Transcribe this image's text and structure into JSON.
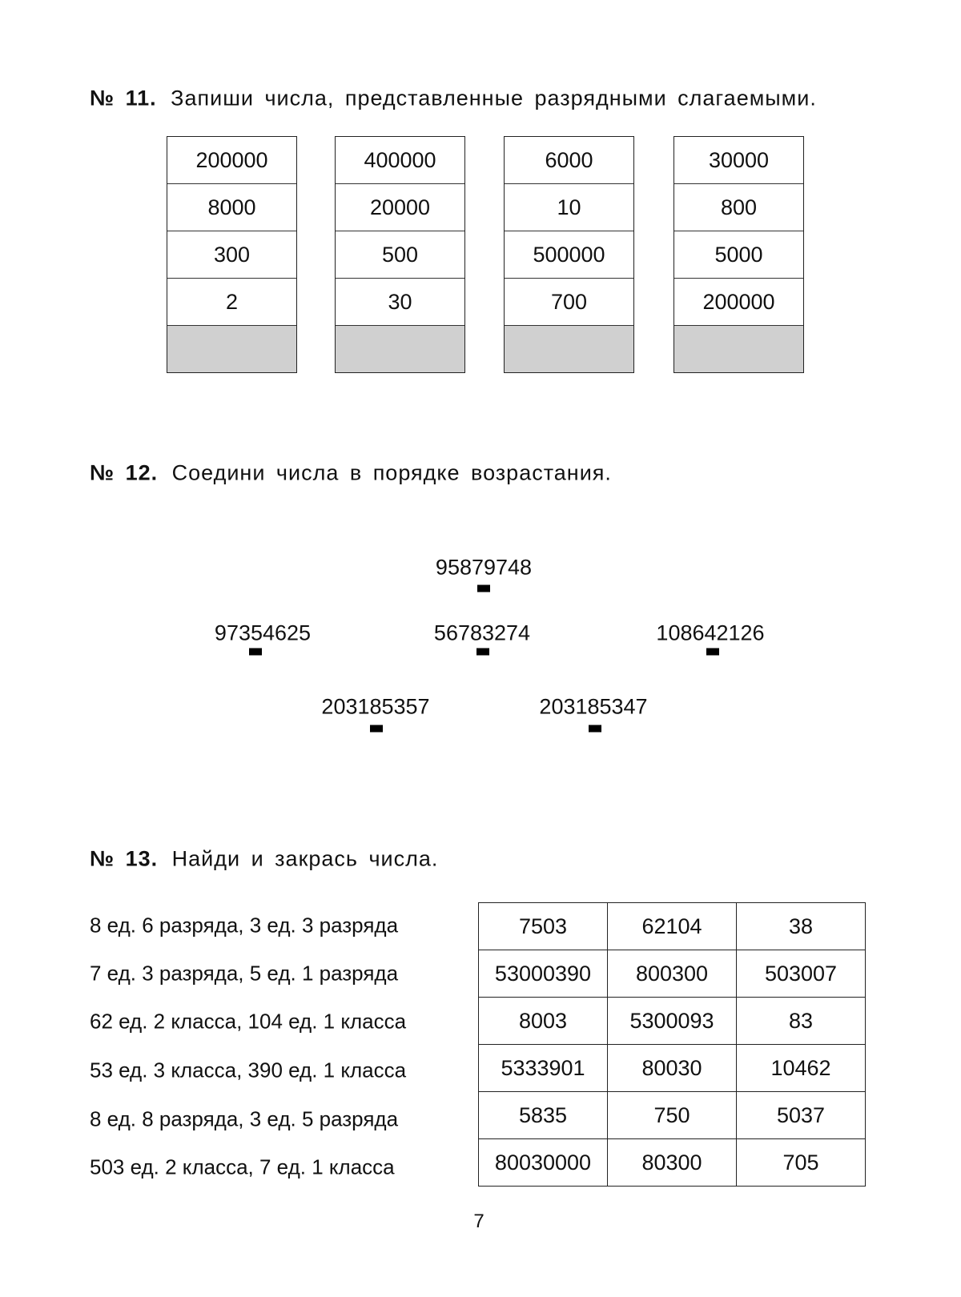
{
  "ex11": {
    "num": "№ 11.",
    "text": "Запиши числа, представленные разрядными слагаемыми.",
    "columns": [
      [
        "200000",
        "8000",
        "300",
        "2"
      ],
      [
        "400000",
        "20000",
        "500",
        "30"
      ],
      [
        "6000",
        "10",
        "500000",
        "700"
      ],
      [
        "30000",
        "800",
        "5000",
        "200000"
      ]
    ]
  },
  "ex12": {
    "num": "№ 12.",
    "text": "Соедини числа в порядке возрастания.",
    "numbers": [
      "95879748",
      "97354625",
      "56783274",
      "108642126",
      "203185357",
      "203185347"
    ]
  },
  "ex13": {
    "num": "№ 13.",
    "text": "Найди и закрась числа.",
    "conditions": [
      "8 ед. 6 разряда, 3 ед. 3 разряда",
      "7 ед. 3 разряда, 5 ед. 1 разряда",
      "62 ед. 2 класса, 104 ед. 1 класса",
      "53 ед. 3 класса, 390 ед. 1 класса",
      "8 ед. 8 разряда, 3 ед. 5 разряда",
      "503 ед. 2 класса, 7 ед. 1 класса"
    ],
    "grid": [
      [
        "7503",
        "62104",
        "38"
      ],
      [
        "53000390",
        "800300",
        "503007"
      ],
      [
        "8003",
        "5300093",
        "83"
      ],
      [
        "5333901",
        "80030",
        "10462"
      ],
      [
        "5835",
        "750",
        "5037"
      ],
      [
        "80030000",
        "80300",
        "705"
      ]
    ]
  },
  "page_number": "7"
}
